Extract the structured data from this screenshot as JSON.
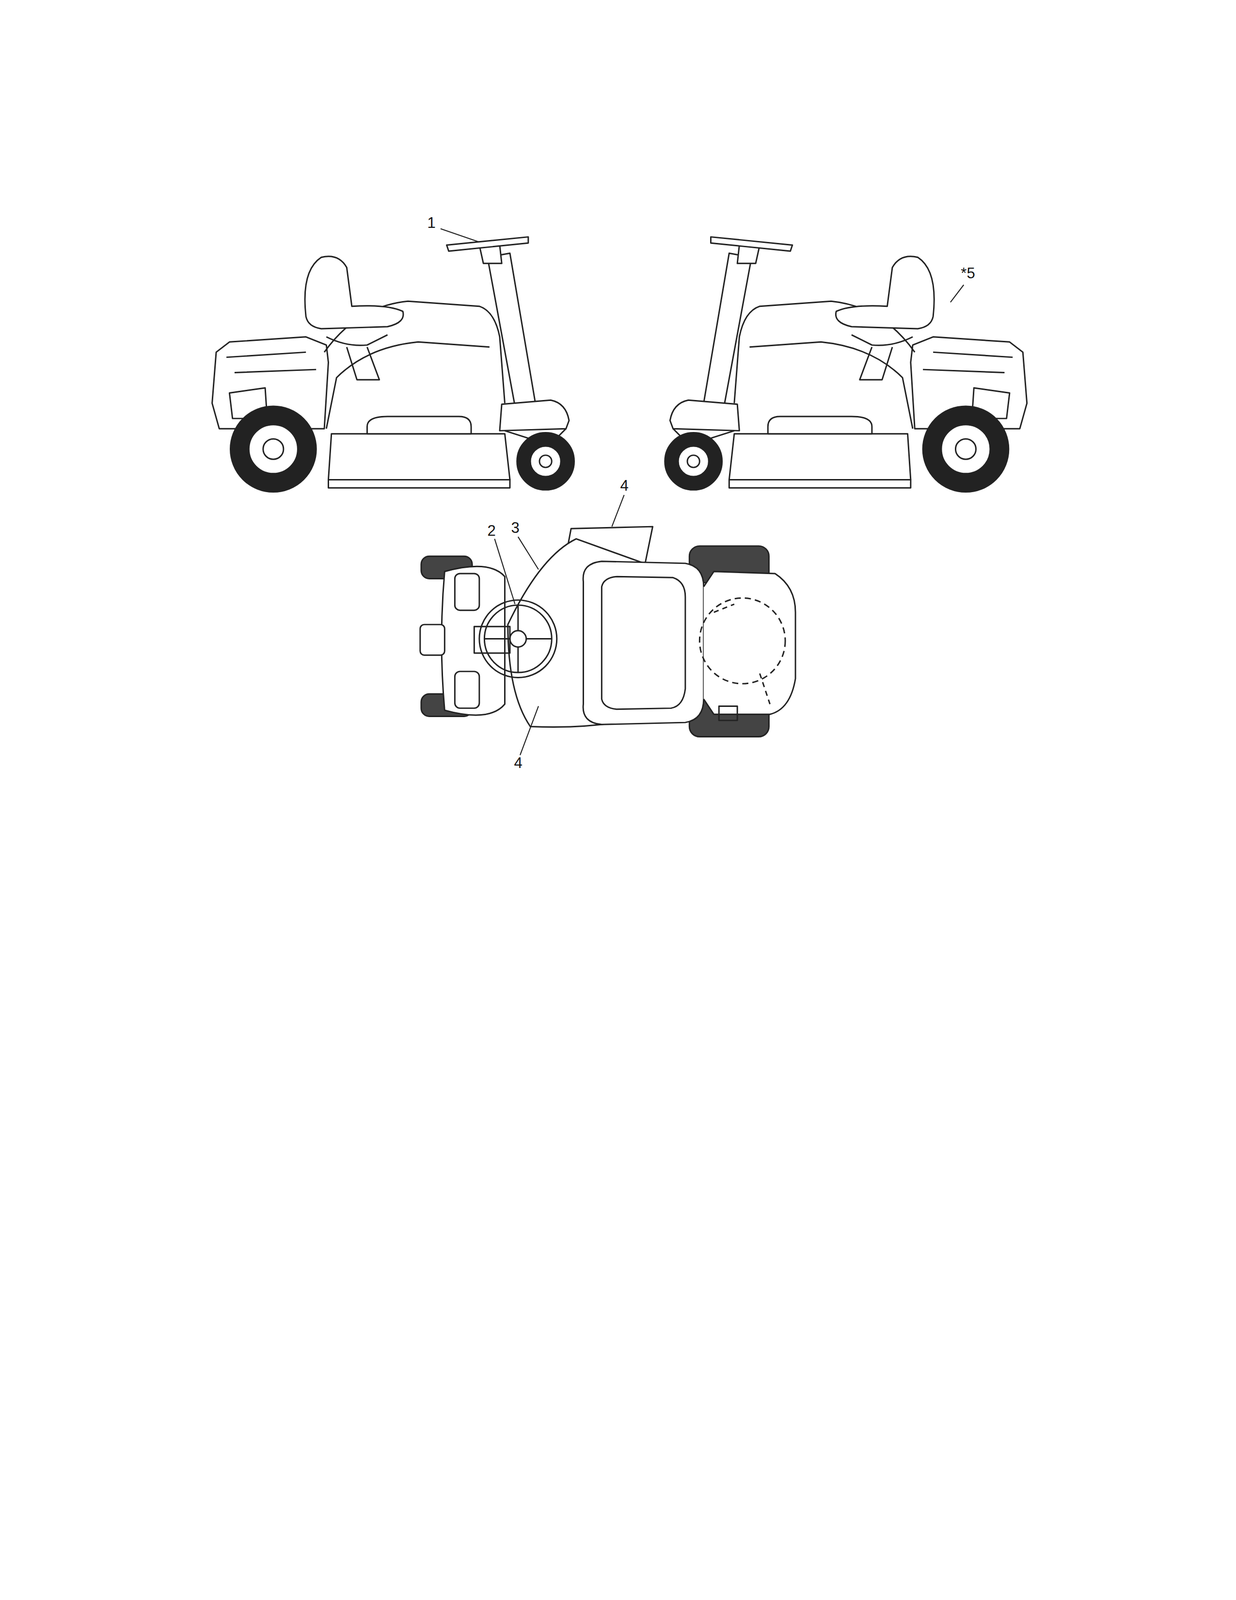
{
  "diagram": {
    "labels": [
      "1",
      "*5",
      "4",
      "2",
      "3",
      "4"
    ]
  }
}
